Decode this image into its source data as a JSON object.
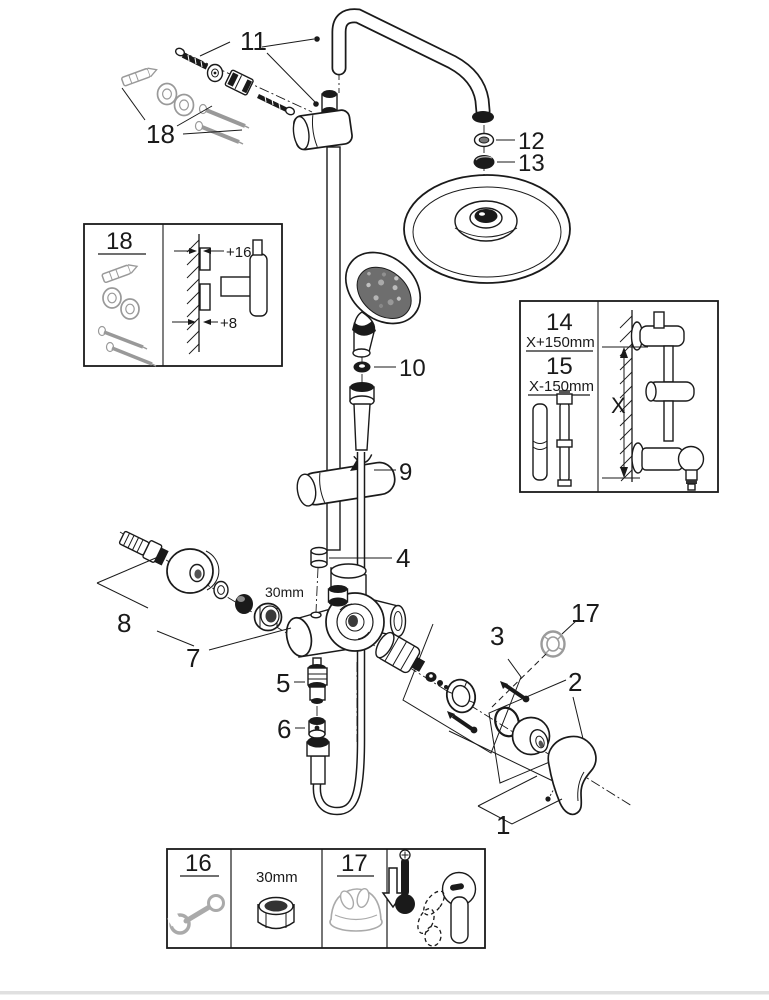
{
  "parts_figure": {
    "callouts": {
      "c1": "1",
      "c2": "2",
      "c3": "3",
      "c4": "4",
      "c5": "5",
      "c6": "6",
      "c7": "7",
      "c8": "8",
      "c9": "9",
      "c10": "10",
      "c11": "11",
      "c12": "12",
      "c13": "13",
      "c17": "17",
      "c18": "18"
    },
    "nut_size_label": "30mm",
    "inset_mounting": {
      "number": "18",
      "depth_top": "+16",
      "depth_bottom": "+8"
    },
    "inset_rails": {
      "item_long": "14",
      "length_long": "X+150mm",
      "item_short": "15",
      "length_short": "X-150mm",
      "axis": "X"
    },
    "inset_tools": {
      "wrench_item": "16",
      "nut_size": "30mm",
      "grease_item": "17"
    }
  }
}
